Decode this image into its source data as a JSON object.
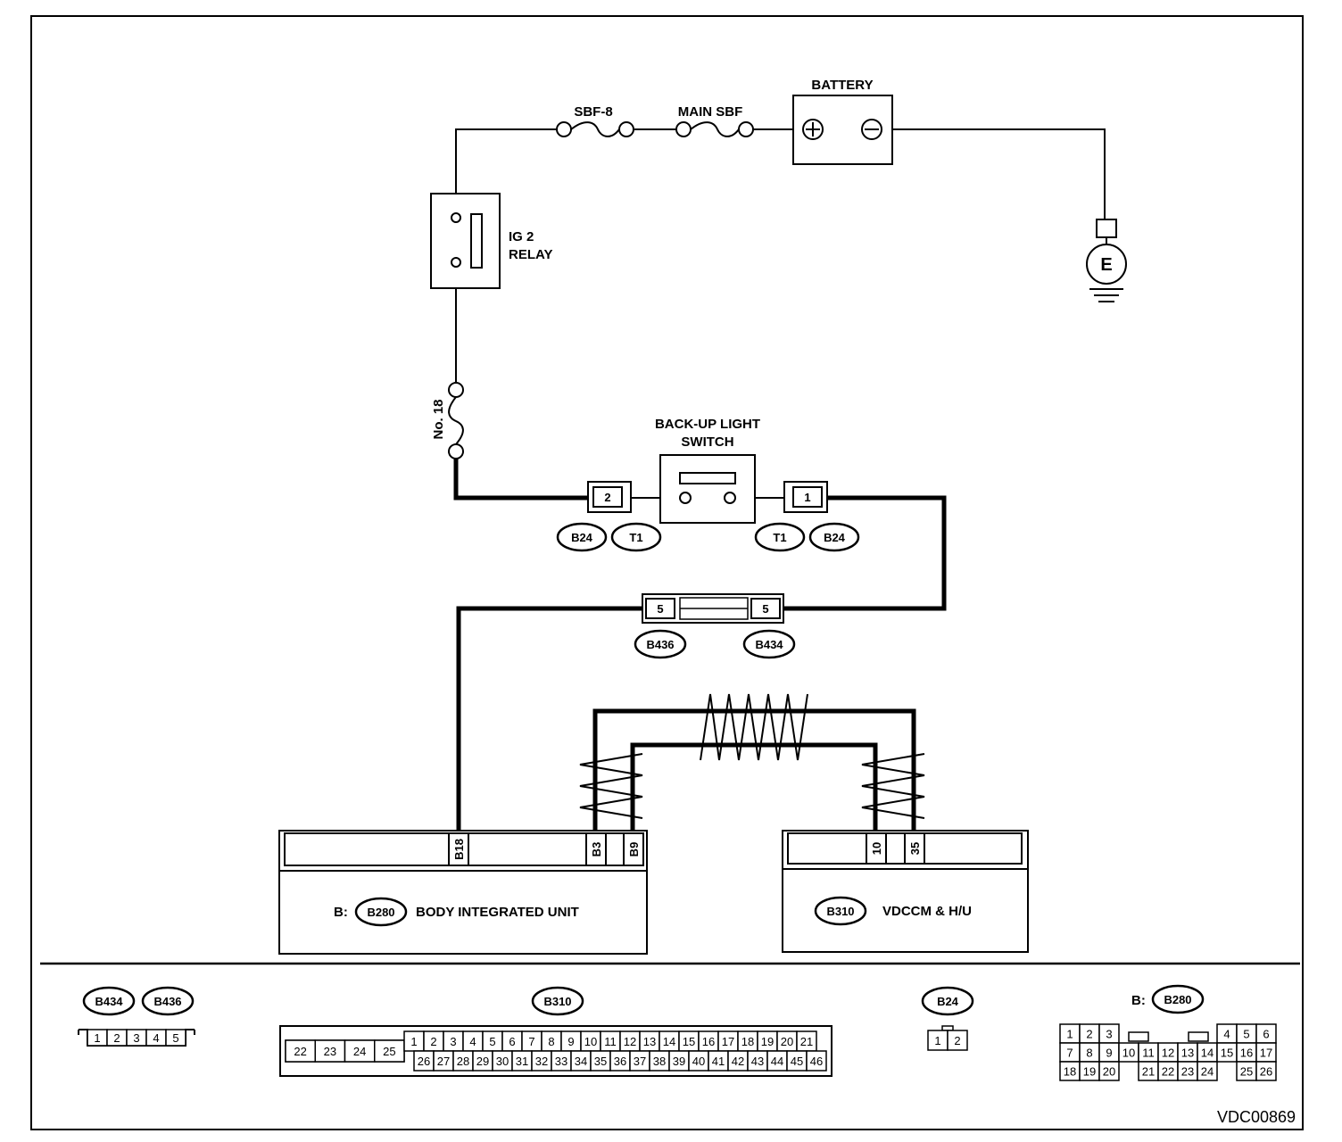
{
  "diagram_id": "VDC00869",
  "battery": {
    "label": "BATTERY",
    "plus": "+",
    "minus": "−"
  },
  "fuses": {
    "sbf8": "SBF-8",
    "main_sbf": "MAIN SBF",
    "no18": "No. 18"
  },
  "relay": {
    "line1": "IG 2",
    "line2": "RELAY"
  },
  "ground": {
    "label": "E"
  },
  "switch": {
    "line1": "BACK-UP LIGHT",
    "line2": "SWITCH",
    "pin_left": "2",
    "pin_right": "1",
    "conn_left": [
      "B24",
      "T1"
    ],
    "conn_right": [
      "T1",
      "B24"
    ]
  },
  "joint": {
    "pin_left": "5",
    "pin_right": "5",
    "conn_left": "B436",
    "conn_right": "B434"
  },
  "biu": {
    "prefix": "B:",
    "conn": "B280",
    "name": "BODY INTEGRATED UNIT",
    "pins": [
      "B18",
      "B3",
      "B9"
    ]
  },
  "vdc": {
    "conn": "B310",
    "name": "VDCCM & H/U",
    "pins": [
      "10",
      "35"
    ]
  },
  "legend": {
    "b434_b436": {
      "labels": [
        "B434",
        "B436"
      ],
      "pins": [
        "1",
        "2",
        "3",
        "4",
        "5"
      ]
    },
    "b310": {
      "label": "B310",
      "left": [
        "22",
        "23",
        "24",
        "25"
      ],
      "top": [
        "1",
        "2",
        "3",
        "4",
        "5",
        "6",
        "7",
        "8",
        "9",
        "10",
        "11",
        "12",
        "13",
        "14",
        "15",
        "16",
        "17",
        "18",
        "19",
        "20",
        "21"
      ],
      "bottom": [
        "26",
        "27",
        "28",
        "29",
        "30",
        "31",
        "32",
        "33",
        "34",
        "35",
        "36",
        "37",
        "38",
        "39",
        "40",
        "41",
        "42",
        "43",
        "44",
        "45",
        "46"
      ]
    },
    "b24": {
      "label": "B24",
      "pins": [
        "1",
        "2"
      ]
    },
    "b280": {
      "prefix": "B:",
      "label": "B280",
      "row1": [
        "1",
        "2",
        "3",
        "",
        "",
        "",
        "",
        "4",
        "5",
        "6"
      ],
      "row2": [
        "7",
        "8",
        "9",
        "10",
        "11",
        "12",
        "13",
        "14",
        "15",
        "16",
        "17"
      ],
      "row3": [
        "18",
        "19",
        "20",
        "",
        "21",
        "22",
        "23",
        "24",
        "",
        "25",
        "26"
      ]
    }
  }
}
